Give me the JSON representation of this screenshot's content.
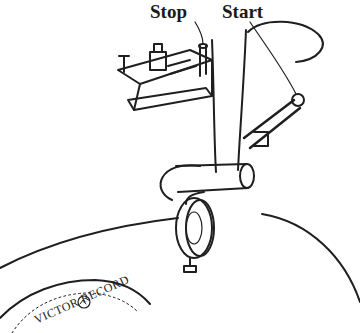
{
  "diagram": {
    "labels": [
      "Stop",
      "Start",
      "VICTOR RECORD"
    ]
  }
}
